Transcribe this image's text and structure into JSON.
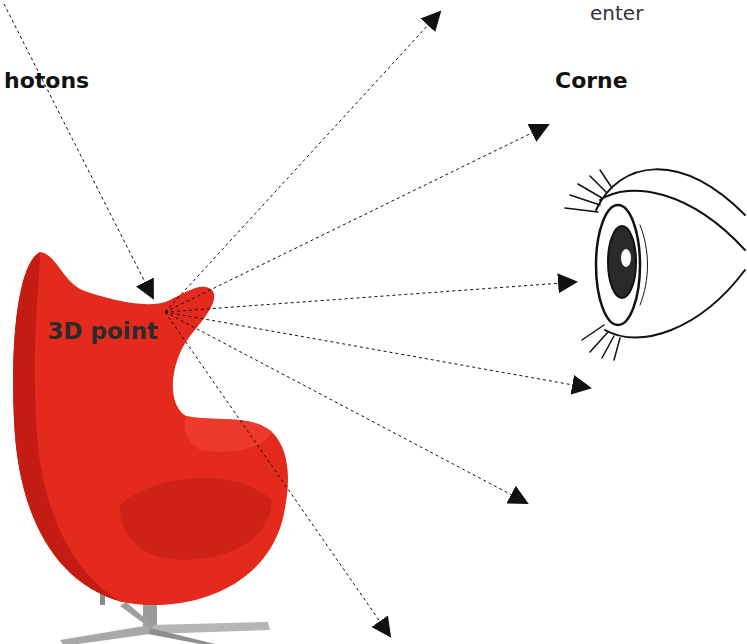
{
  "diagram": {
    "labels": [
      "hotons",
      "3D point",
      "Corne",
      "enter"
    ]
  }
}
